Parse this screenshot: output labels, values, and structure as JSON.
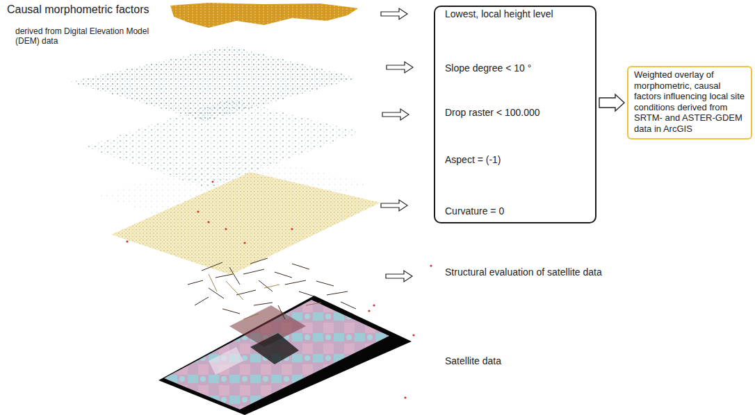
{
  "diagram": {
    "title": "Causal morphometric factors",
    "nodes": [
      {
        "text": [
          "Lowest, local height level",
          "Slope degree < 10 °",
          "Drop raster < 100.000",
          "Aspect = (-1)",
          "Curvature = 0"
        ]
      },
      {
        "text": [
          "Weighted overlay of morphometric, causal factors influencing local site conditions derived from SRTM- and ASTER-GDEM data in ArcGIS"
        ]
      }
    ],
    "edges": [
      {
        "from": 0,
        "to": 1,
        "arrow": "to"
      }
    ],
    "labels": [
      "derived from Digital Elevation Model (DEM) data",
      "Structural evaluation of satellite data",
      "Satellite data"
    ]
  }
}
